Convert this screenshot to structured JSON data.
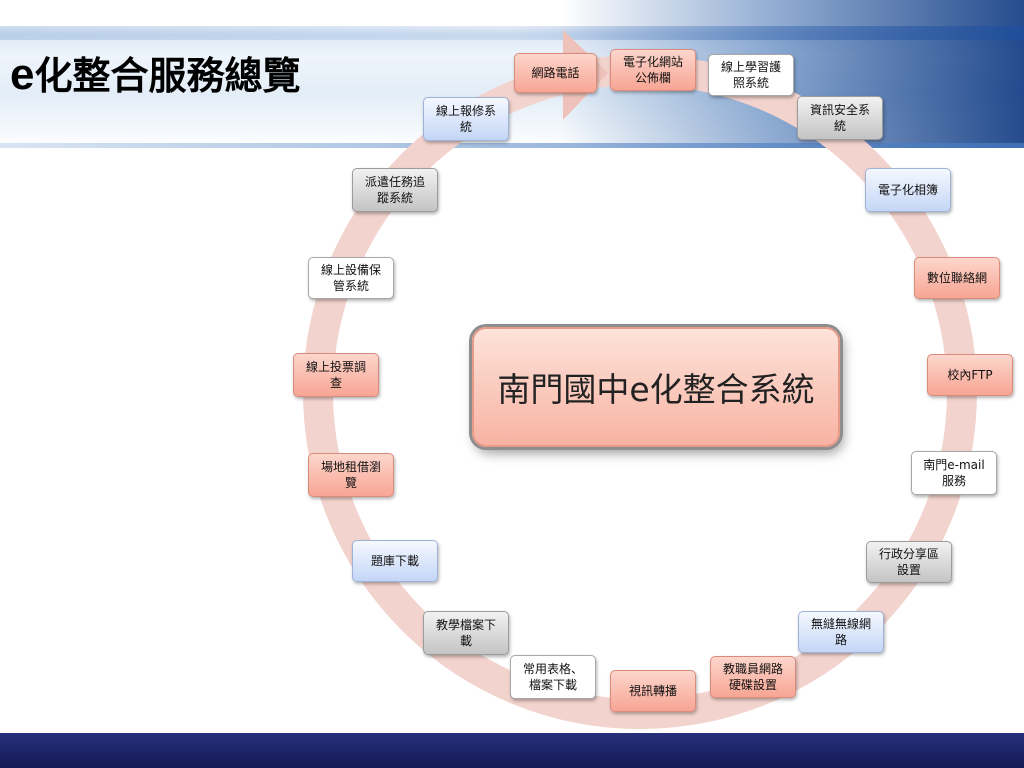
{
  "title": {
    "prefix": "e",
    "rest": "化整合服務總覽"
  },
  "center": {
    "label": "南門國中e化整合系統"
  },
  "colors": {
    "ring": "#f3d3cd",
    "ring_arrow": "#eec2ba",
    "footer": "#1b2266",
    "header_accent": "#1f4f99"
  },
  "nodes": [
    {
      "id": "phone",
      "lines": [
        "網路電話"
      ],
      "color": "salmon"
    },
    {
      "id": "bulletin",
      "lines": [
        "電子化網站",
        "公佈欄"
      ],
      "color": "salmon"
    },
    {
      "id": "learning",
      "lines": [
        "線上學習護",
        "照系統"
      ],
      "color": "white"
    },
    {
      "id": "security",
      "lines": [
        "資訊安全系",
        "統"
      ],
      "color": "gray"
    },
    {
      "id": "album",
      "lines": [
        "電子化相簿"
      ],
      "color": "blue"
    },
    {
      "id": "contacts",
      "lines": [
        "數位聯絡網"
      ],
      "color": "salmon"
    },
    {
      "id": "ftp",
      "lines": [
        "校內FTP"
      ],
      "color": "salmon"
    },
    {
      "id": "email",
      "lines": [
        "南門e-mail",
        "服務"
      ],
      "color": "white"
    },
    {
      "id": "share",
      "lines": [
        "行政分享區",
        "設置"
      ],
      "color": "gray"
    },
    {
      "id": "wireless",
      "lines": [
        "無縫無線網",
        "路"
      ],
      "color": "blue"
    },
    {
      "id": "disk",
      "lines": [
        "教職員網路",
        "硬碟設置"
      ],
      "color": "salmon"
    },
    {
      "id": "video",
      "lines": [
        "視訊轉播"
      ],
      "color": "salmon"
    },
    {
      "id": "forms",
      "lines": [
        "常用表格、",
        "檔案下載"
      ],
      "color": "white"
    },
    {
      "id": "teaching",
      "lines": [
        "教學檔案下",
        "載"
      ],
      "color": "gray"
    },
    {
      "id": "exam",
      "lines": [
        "題庫下載"
      ],
      "color": "blue"
    },
    {
      "id": "venue",
      "lines": [
        "場地租借瀏",
        "覽"
      ],
      "color": "salmon"
    },
    {
      "id": "vote",
      "lines": [
        "線上投票調",
        "查"
      ],
      "color": "salmon"
    },
    {
      "id": "equipment",
      "lines": [
        "線上設備保",
        "管系統"
      ],
      "color": "white"
    },
    {
      "id": "dispatch",
      "lines": [
        "派遣任務追",
        "蹤系統"
      ],
      "color": "gray"
    },
    {
      "id": "repair",
      "lines": [
        "線上報修系",
        "統"
      ],
      "color": "blue"
    }
  ]
}
